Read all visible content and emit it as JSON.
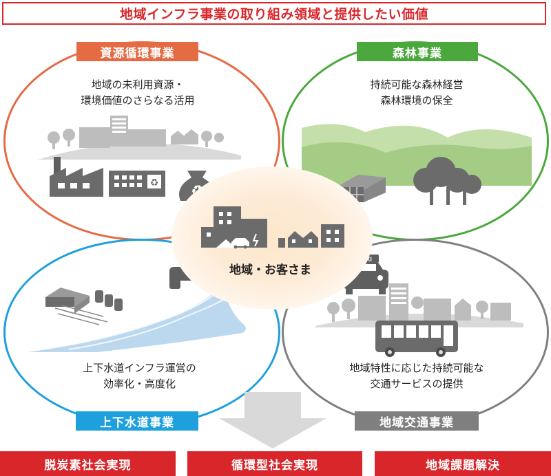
{
  "title": "地域インフラ事業の取り組み領域と提供したい価値",
  "center": {
    "label": "地域・お客さま"
  },
  "segments": {
    "resource": {
      "label": "資源循環事業",
      "desc_line1": "地域の未利用資源・",
      "desc_line2": "環境価値のさらなる活用",
      "color": "#e56b45"
    },
    "forest": {
      "label": "森林事業",
      "desc_line1": "持続可能な森林経営",
      "desc_line2": "森林環境の保全",
      "color": "#4aa83c"
    },
    "water": {
      "label": "上下水道事業",
      "desc_line1": "上下水道インフラ運営の",
      "desc_line2": "効率化・高度化",
      "color": "#1ea0dc"
    },
    "transport": {
      "label": "地域交通事業",
      "desc_line1": "地域特性に応じた持続可能な",
      "desc_line2": "交通サービスの提供",
      "color": "#7f7f7f"
    }
  },
  "taxi_sign": "TAXI",
  "outcomes": [
    "脱炭素社会実現",
    "循環型社会実現",
    "地域課題解決"
  ],
  "accent_color": "#d9262b"
}
